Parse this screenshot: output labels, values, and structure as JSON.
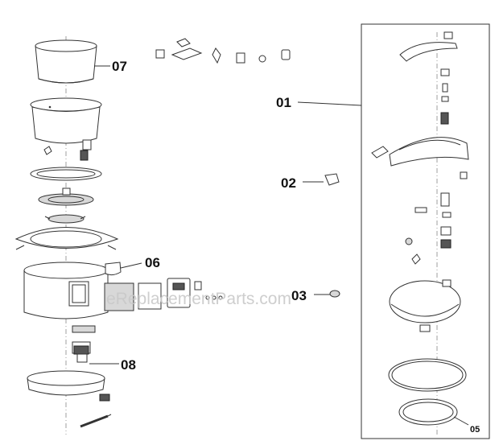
{
  "watermark": "eReplacementParts.com",
  "labels": {
    "p01": "01",
    "p02": "02",
    "p03": "03",
    "p05": "05",
    "p06": "06",
    "p07": "07",
    "p08": "08"
  }
}
